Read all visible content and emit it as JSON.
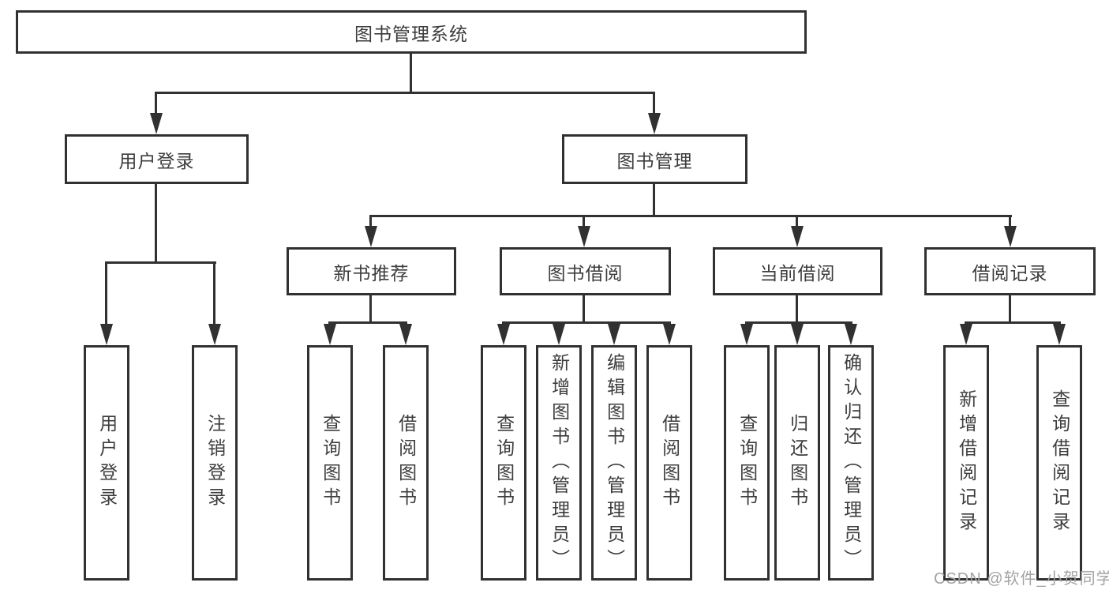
{
  "colors": {
    "line": "#313131",
    "text": "#3d3d3d",
    "background": "#ffffff",
    "watermark": "#a3a3a3"
  },
  "nodes": {
    "root": {
      "label": "图书管理系统"
    },
    "level2": [
      {
        "label": "用户登录"
      },
      {
        "label": "图书管理"
      }
    ],
    "level3": [
      {
        "label": "新书推荐"
      },
      {
        "label": "图书借阅"
      },
      {
        "label": "当前借阅"
      },
      {
        "label": "借阅记录"
      }
    ],
    "leaves": [
      {
        "label": "用户登录"
      },
      {
        "label": "注销登录"
      },
      {
        "label": "查询图书"
      },
      {
        "label": "借阅图书"
      },
      {
        "label": "查询图书"
      },
      {
        "label": "新增图书（管理员）"
      },
      {
        "label": "编辑图书（管理员）"
      },
      {
        "label": "借阅图书"
      },
      {
        "label": "查询图书"
      },
      {
        "label": "归还图书"
      },
      {
        "label": "确认归还（管理员）"
      },
      {
        "label": "新增借阅记录"
      },
      {
        "label": "查询借阅记录"
      }
    ]
  },
  "watermark": {
    "text": "CSDN @软件_小贺同学"
  }
}
